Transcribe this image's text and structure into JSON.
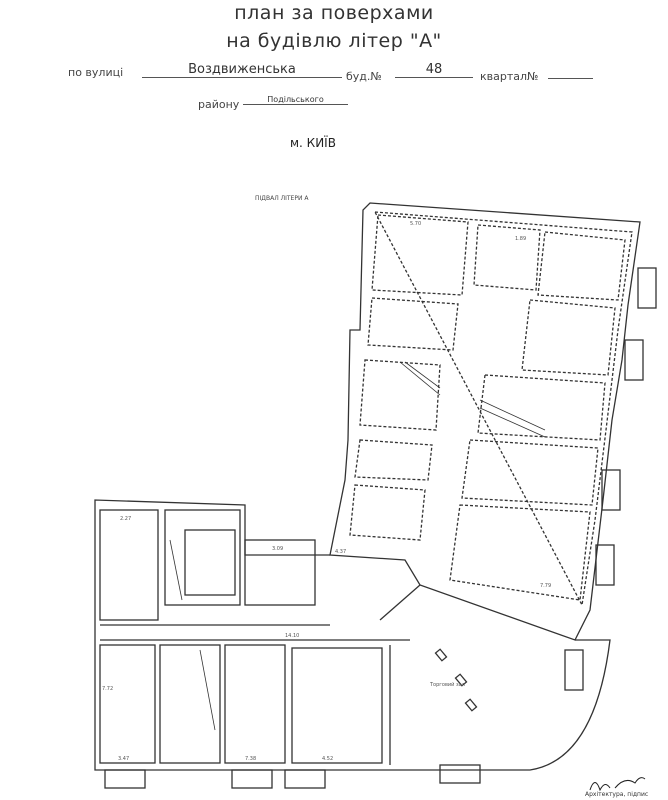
{
  "header": {
    "title_line1": "план за поверхами",
    "title_line2": "на будівлю літер \"А\"",
    "street_label": "по вулиці",
    "street_value": "Воздвиженська",
    "building_label": "буд.№",
    "building_value": "48",
    "quarter_label": "квартал№",
    "quarter_value": "",
    "district_label": "району",
    "district_value": "Подільського",
    "city": "м. КИЇВ"
  },
  "plan": {
    "floor_label": "ПІДВАЛ ЛІТЕРИ А",
    "hall_label": "Торговий зал",
    "dimensions": [
      "5.70",
      "1.89",
      "2.27",
      "14.10",
      "7.79",
      "4.37",
      "3.09",
      "7.72",
      "3.47",
      "7.38",
      "4.52"
    ]
  },
  "signature": {
    "text": "Архітектура, підпис"
  }
}
